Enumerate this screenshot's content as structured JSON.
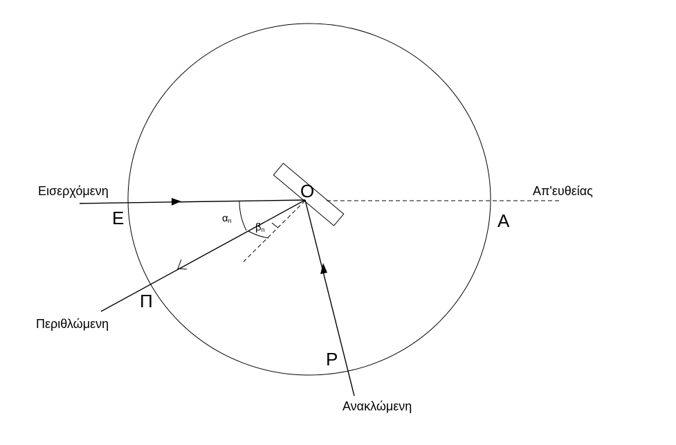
{
  "labels": {
    "incoming": "Εισερχόμενη",
    "direct": "Απ'ευθείας",
    "refracted": "Περιθλώμενη",
    "reflected": "Ανακλώμενη",
    "point_e": "Ε",
    "point_o": "Ο",
    "point_a": "Α",
    "point_pi": "Π",
    "point_r": "Ρ",
    "alpha": "α",
    "alpha_sub": "n",
    "beta": "β",
    "beta_sub": "n"
  }
}
